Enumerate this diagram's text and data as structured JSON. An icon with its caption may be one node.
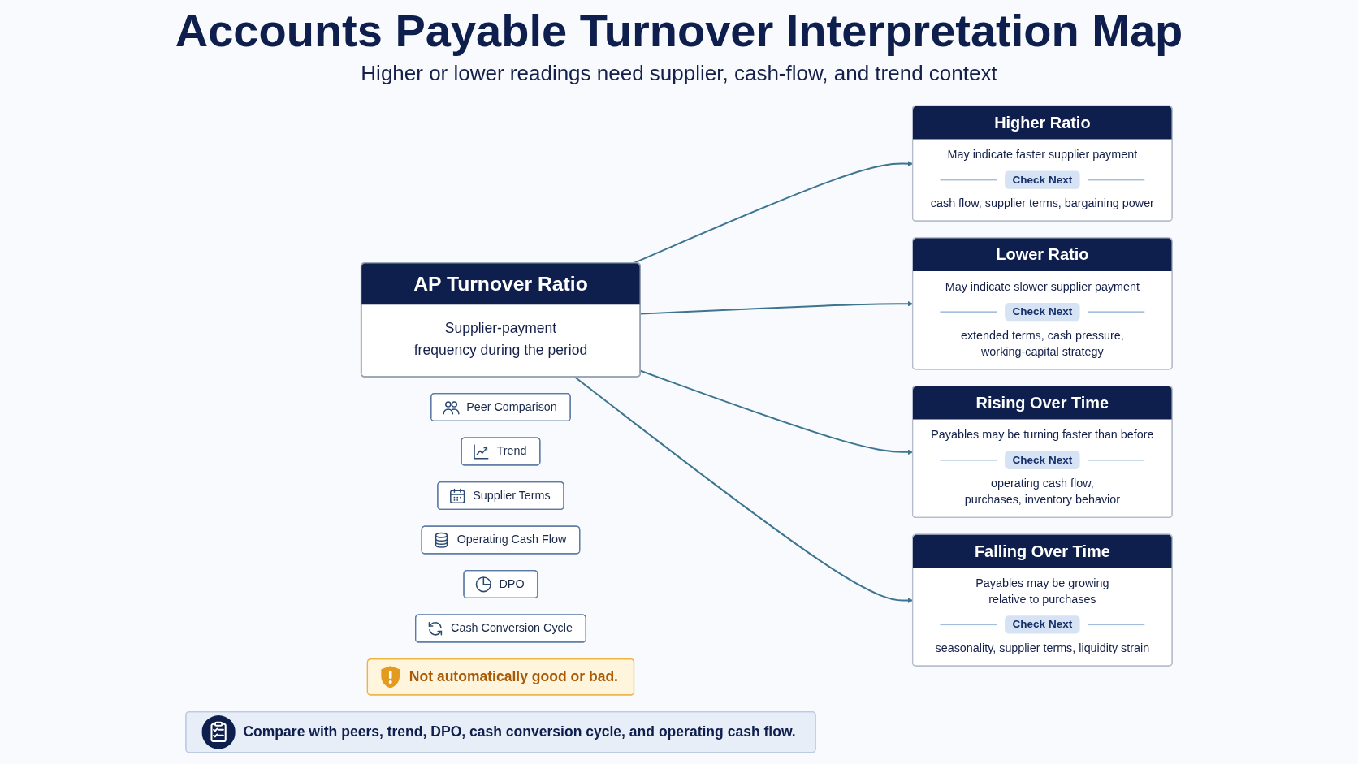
{
  "diagram": {
    "title": "Accounts Payable Turnover Interpretation Map",
    "nodes": [
      {
        "text": [
          "Higher Ratio",
          "May indicate faster supplier payment",
          "Check Next",
          "cash flow, supplier terms, bargaining power"
        ]
      },
      {
        "text": [
          "Lower Ratio",
          "May indicate slower supplier payment",
          "Check Next",
          "extended terms, cash pressure, working-capital strategy"
        ]
      },
      {
        "text": [
          "AP Turnover Ratio",
          "Supplier-payment frequency during the period"
        ]
      },
      {
        "text": [
          "Rising Over Time",
          "Payables may be turning faster than before",
          "Check Next",
          "operating cash flow, purchases, inventory behavior"
        ]
      },
      {
        "text": [
          "Falling Over Time",
          "Payables may be growing relative to purchases",
          "Check Next",
          "seasonality, supplier terms, liquidity strain"
        ]
      },
      {
        "text": [
          "Not automatically good or bad."
        ]
      },
      {
        "text": [
          "Peer Comparison"
        ]
      },
      {
        "text": [
          "Trend"
        ]
      },
      {
        "text": [
          "Supplier Terms"
        ]
      },
      {
        "text": [
          "Operating Cash Flow"
        ]
      },
      {
        "text": [
          "DPO"
        ]
      },
      {
        "text": [
          "Cash Conversion Cycle"
        ]
      },
      {
        "text": [
          "Compare with peers, trend, DPO, cash conversion cycle, and operating cash flow."
        ]
      }
    ],
    "edges": [
      {
        "from": 2,
        "to": 0,
        "arrow": "to"
      },
      {
        "from": 2,
        "to": 1,
        "arrow": "to"
      },
      {
        "from": 2,
        "to": 3,
        "arrow": "to"
      },
      {
        "from": 2,
        "to": 4,
        "arrow": "to"
      }
    ],
    "labels": [
      "Higher or lower readings need supplier, cash-flow, and trend context"
    ]
  }
}
